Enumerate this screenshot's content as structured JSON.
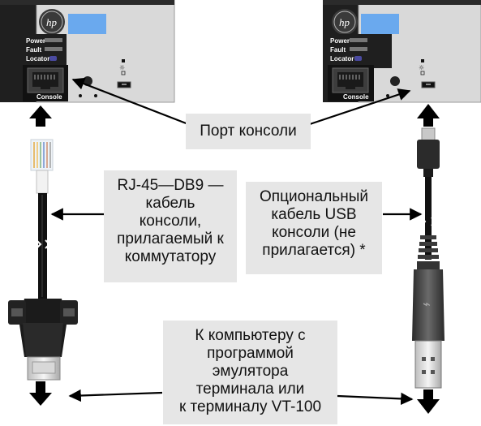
{
  "labels": {
    "console_port": "Порт консоли",
    "rj45_cable": [
      "RJ-45—DB9 —",
      "кабель",
      "консоли,",
      "прилагаемый к",
      "коммутатору"
    ],
    "usb_cable": [
      "Опциональный",
      "кабель USB",
      "консоли (не",
      "прилагается) *"
    ],
    "terminal": [
      "К компьютеру с",
      "программой",
      "эмулятора",
      "терминала или",
      "к терминалу VT-100"
    ]
  },
  "switch_panel": {
    "brand": "hp",
    "power_label": "Power",
    "fault_label": "Fault",
    "locator_label": "Locator",
    "console_label": "Console"
  },
  "colors": {
    "switch_body": "#1f1f1f",
    "panel_gray": "#d9d9d9",
    "screen_blue": "#6aa9ee",
    "callout_bg": "#e6e6e6",
    "arrow": "#000000"
  }
}
